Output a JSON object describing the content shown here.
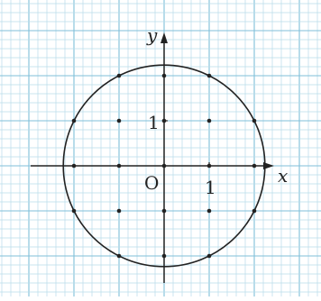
{
  "figure": {
    "grid_step": 0.5,
    "x_range": [
      -2.5,
      2.5
    ],
    "y_range": [
      -2.5,
      2.5
    ],
    "colors": {
      "grid_fine": "#b9dcea",
      "grid_major": "#7fbfd9",
      "ink": "#222222",
      "background": "#ffffff"
    }
  },
  "labels": {
    "x_axis": "x",
    "y_axis": "y",
    "origin": "O",
    "x_unit": "1",
    "y_unit": "1"
  },
  "circle": {
    "center": [
      0,
      0
    ],
    "radius_squared": 5
  },
  "lattice_points": [
    [
      -2,
      -1
    ],
    [
      -2,
      0
    ],
    [
      -2,
      1
    ],
    [
      -1,
      -2
    ],
    [
      -1,
      -1
    ],
    [
      -1,
      0
    ],
    [
      -1,
      1
    ],
    [
      -1,
      2
    ],
    [
      0,
      -2
    ],
    [
      0,
      -1
    ],
    [
      0,
      0
    ],
    [
      0,
      1
    ],
    [
      0,
      2
    ],
    [
      1,
      -2
    ],
    [
      1,
      -1
    ],
    [
      1,
      0
    ],
    [
      1,
      1
    ],
    [
      1,
      2
    ],
    [
      2,
      -1
    ],
    [
      2,
      0
    ],
    [
      2,
      1
    ]
  ]
}
